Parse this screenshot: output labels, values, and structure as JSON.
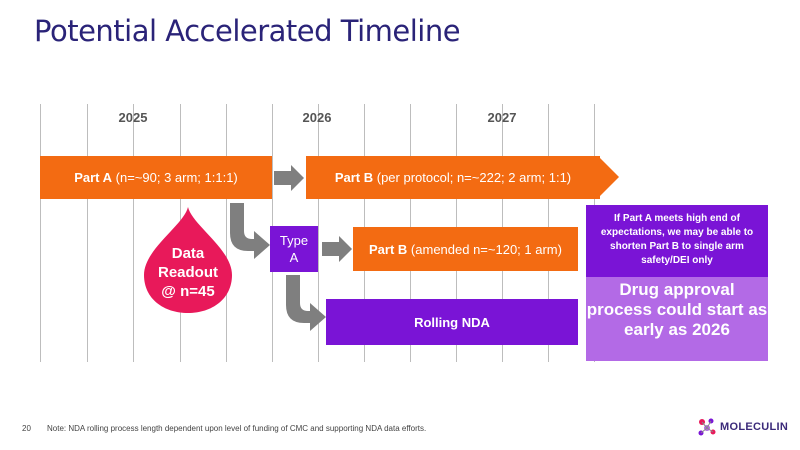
{
  "title": "Potential Accelerated Timeline",
  "years": [
    "2025",
    "2026",
    "2027"
  ],
  "part_a": {
    "bold": "Part A",
    "detail": " (n=~90; 3 arm; 1:1:1)"
  },
  "part_b_protocol": {
    "bold": "Part B",
    "detail": " (per protocol; n=~222; 2 arm; 1:1)"
  },
  "part_b_amended": {
    "bold": "Part B",
    "detail": " (amended n=~120; 1 arm)"
  },
  "type_a": {
    "line1": "Type",
    "line2": "A"
  },
  "rolling_nda": "Rolling NDA",
  "data_readout": {
    "line1": "Data",
    "line2": "Readout",
    "line3": "@ n=45"
  },
  "callout_top": "If Part A meets high end of expectations, we may be able to shorten Part B to single arm safety/DEI only",
  "callout_bottom": "Drug approval process could start as early as 2026",
  "page_number": "20",
  "note": "Note: NDA rolling process length dependent upon level of funding of CMC and supporting NDA data efforts.",
  "logo_text": "MOLECULIN",
  "colors": {
    "title": "#2a2378",
    "orange": "#f36b12",
    "purple": "#7a14d6",
    "light_purple": "#b36ae6",
    "pink": "#e8195a",
    "gray": "#7f7f7f"
  }
}
